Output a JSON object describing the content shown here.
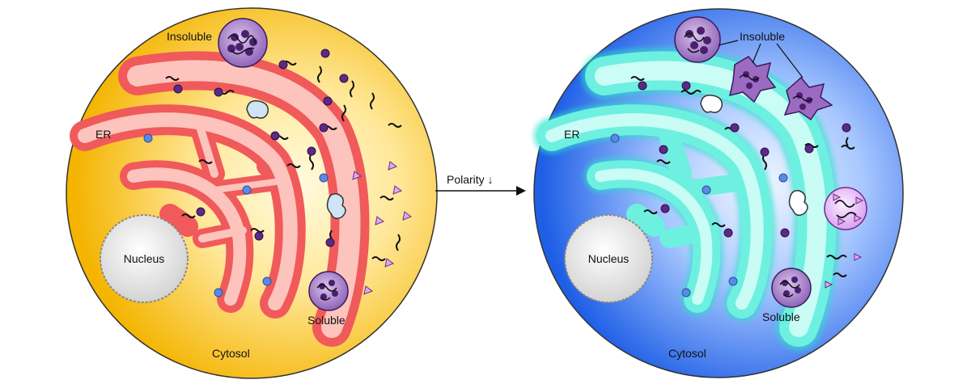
{
  "labels": {
    "left_insoluble": "Insoluble",
    "left_er": "ER",
    "left_nucleus": "Nucleus",
    "left_soluble": "Soluble",
    "left_cytosol": "Cytosol",
    "arrow": "Polarity ↓",
    "right_insoluble": "Insoluble",
    "right_er": "ER",
    "right_nucleus": "Nucleus",
    "right_soluble": "Soluble",
    "right_cytosol": "Cytosol"
  },
  "colors": {
    "left_cytosol": "#f5b800",
    "left_cytosol_light": "#fff2b8",
    "left_er": "#f26b6b",
    "left_er_lumen": "#ffd6cc",
    "right_cytosol": "#2a6ef0",
    "right_cytosol_light": "#d6e6ff",
    "right_er": "#5be8d8",
    "right_er_lumen": "#d9fff8",
    "protein_purple": "#5b2a86",
    "aggregate_fill": "#9b6bc2",
    "triangle_pink": "#e0a8f0",
    "dot_blue": "#5b8ae6",
    "chaperone_blue": "#cfe4f5"
  }
}
